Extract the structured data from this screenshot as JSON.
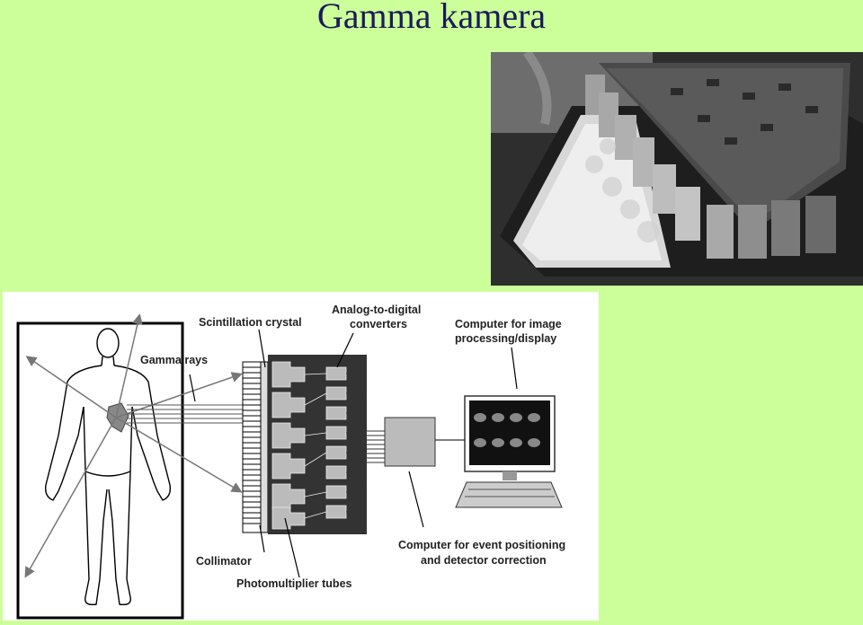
{
  "slide": {
    "title": "Gamma kamera"
  },
  "photo": {
    "alt": ""
  },
  "diagram": {
    "labels": {
      "scintillation_crystal": "Scintillation crystal",
      "adc_line1": "Analog-to-digital",
      "adc_line2": "converters",
      "computer_image_line1": "Computer for image",
      "computer_image_line2": "processing/display",
      "gamma_rays": "Gamma rays",
      "collimator": "Collimator",
      "photomultiplier_tubes": "Photomultiplier tubes",
      "computer_event_line1": "Computer for event positioning",
      "computer_event_line2": "and detector correction"
    }
  },
  "colors": {
    "background": "#ccff99",
    "title": "#1a1a5c",
    "detector_dark": "#333333",
    "detector_light": "#bbbbbb"
  }
}
